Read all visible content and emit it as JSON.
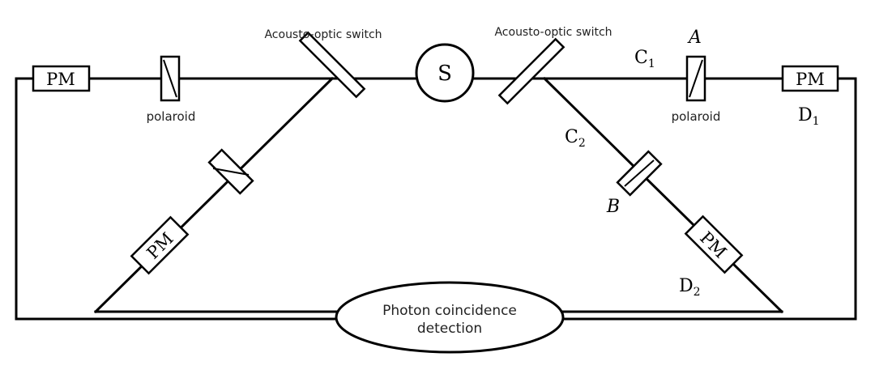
{
  "labels": {
    "switch_left": "Acousto-optic switch",
    "switch_right": "Acousto-optic switch",
    "source": "S",
    "pm": "PM",
    "polaroid_left": "polaroid",
    "polaroid_right": "polaroid",
    "channel_c1": "C",
    "channel_c1_sub": "1",
    "channel_c2": "C",
    "channel_c2_sub": "2",
    "polarizer_a": "A",
    "polarizer_b": "B",
    "detector_d1": "D",
    "detector_d1_sub": "1",
    "detector_d2": "D",
    "detector_d2_sub": "2",
    "coincidence_line1": "Photon coincidence",
    "coincidence_line2": "detection"
  }
}
